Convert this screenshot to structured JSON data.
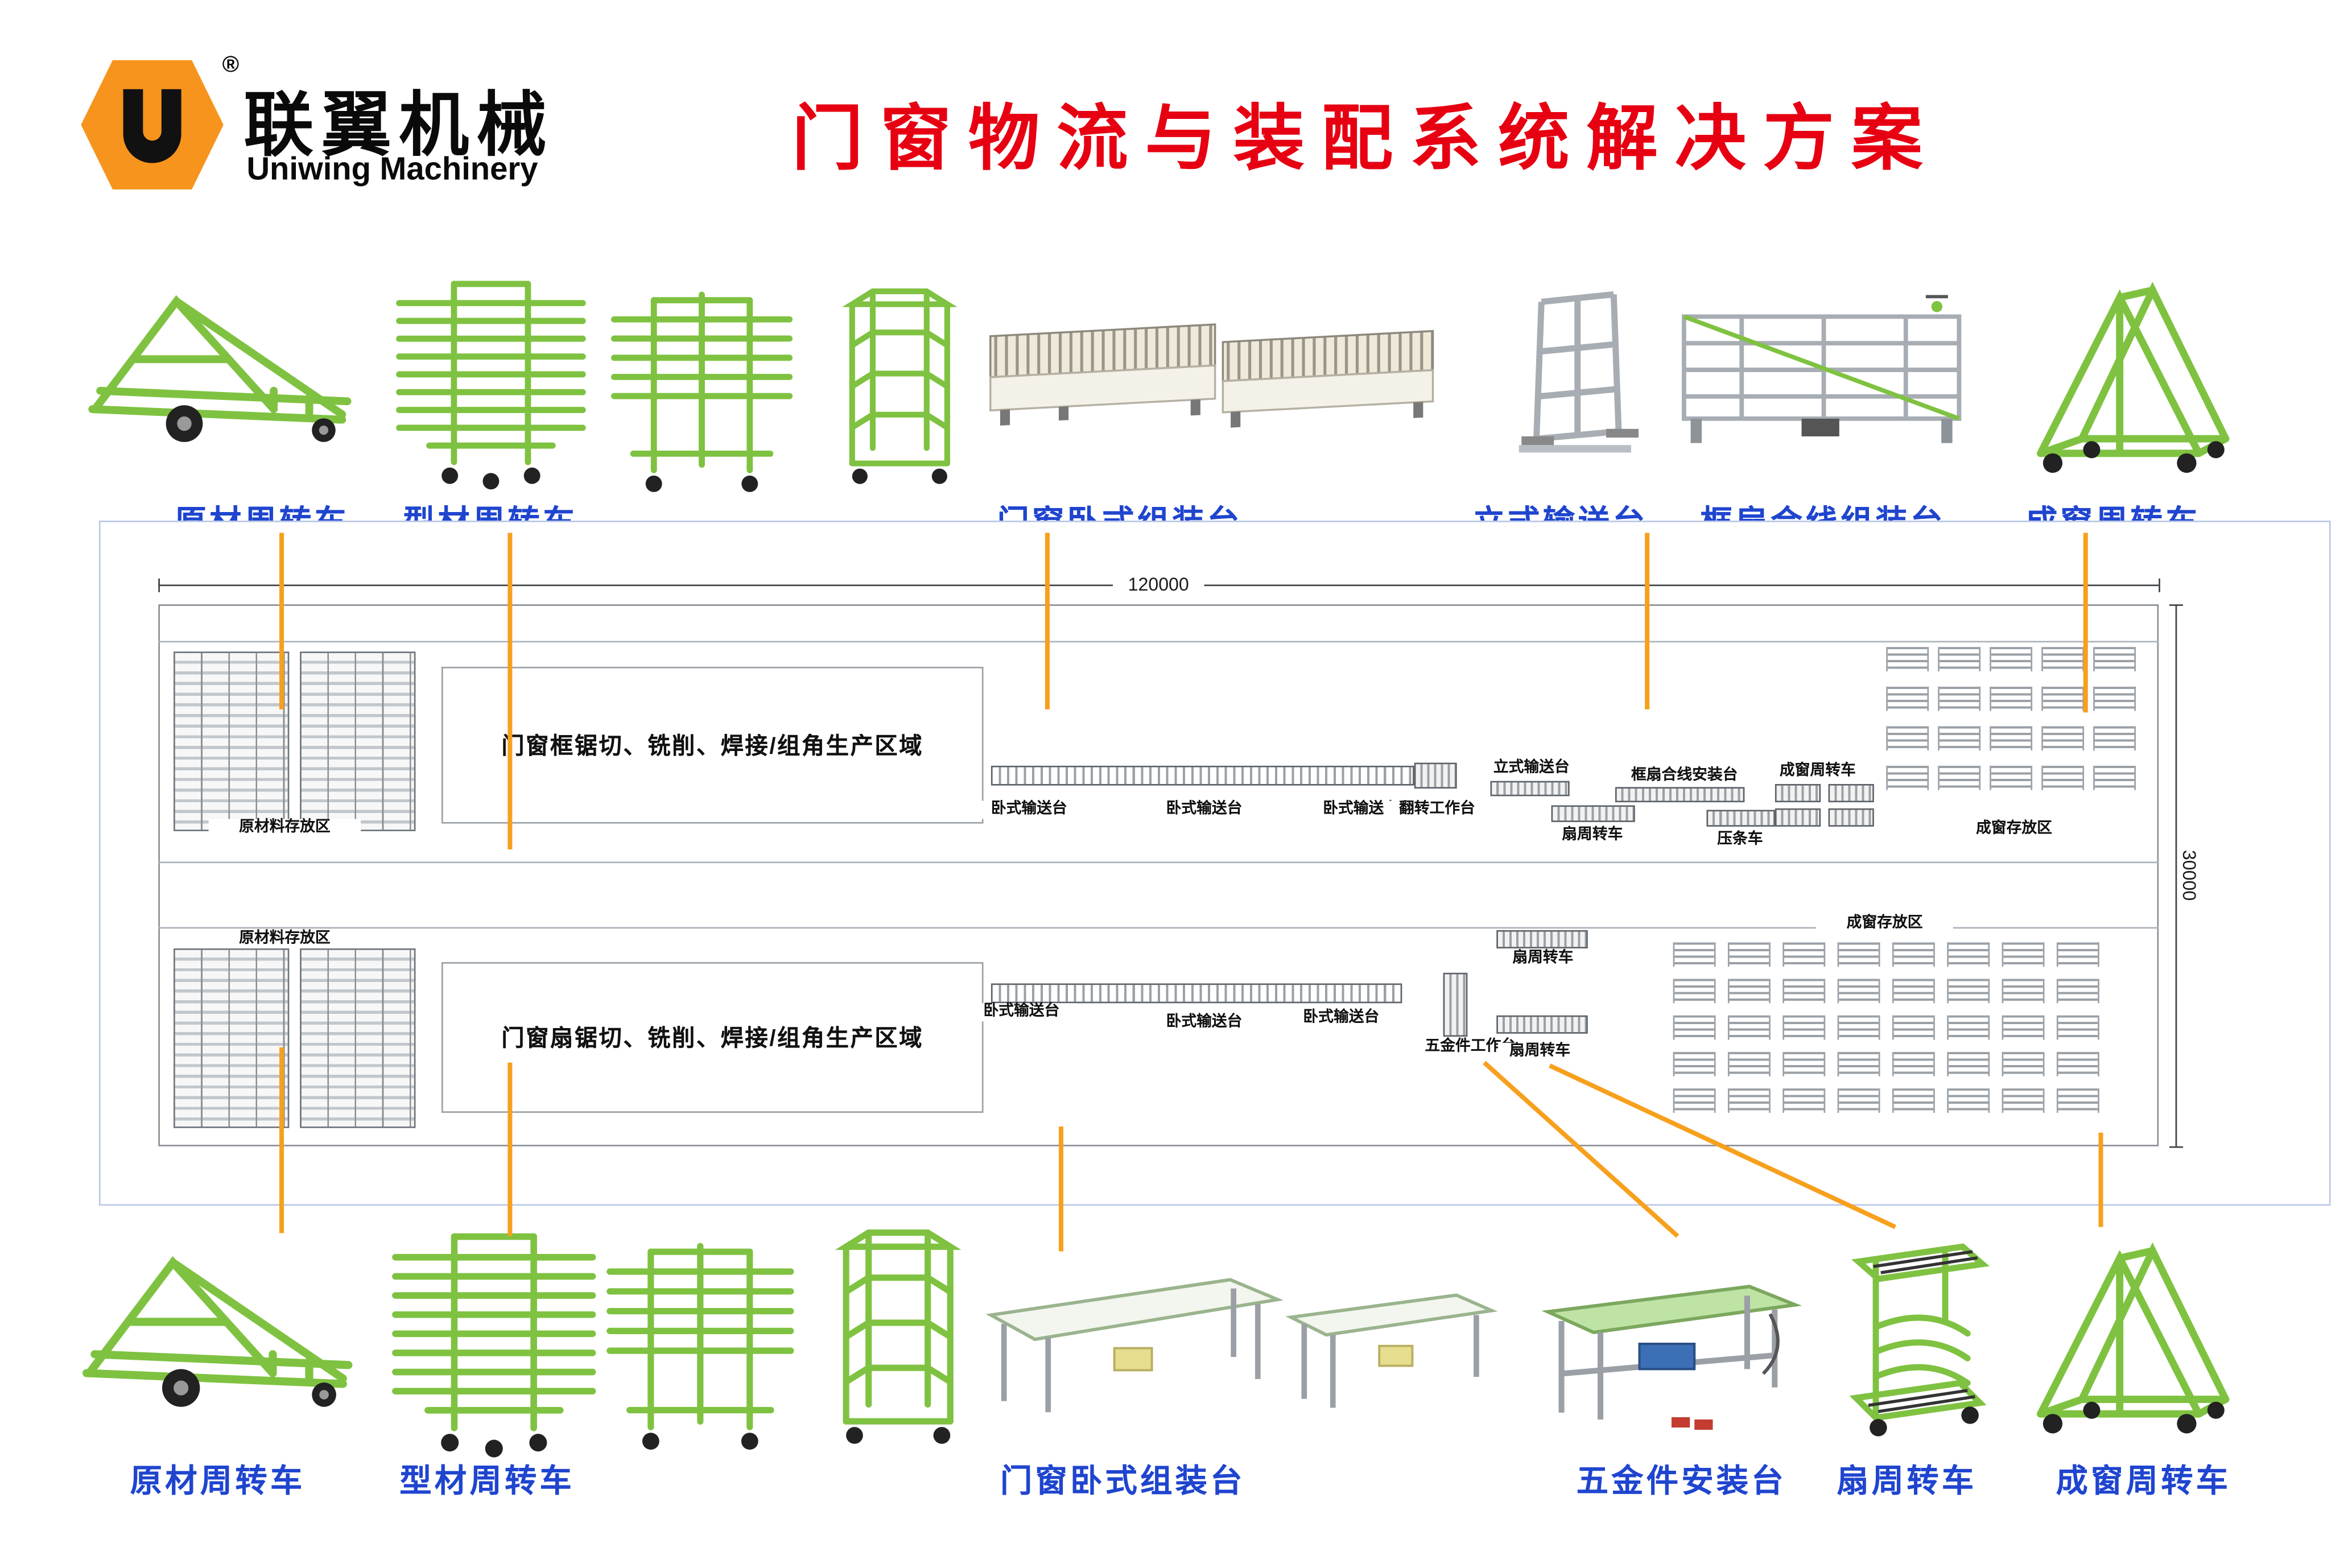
{
  "header": {
    "brand_cn": "联翼机械",
    "brand_en": "Uniwing Machinery",
    "registered": "®",
    "title": "门窗物流与装配系统解决方案"
  },
  "colors": {
    "title_red": "#e60012",
    "label_blue": "#1f45cf",
    "connector_orange": "#f7a01d",
    "equipment_green": "#7fc241",
    "logo_orange": "#f7941d"
  },
  "top_row": [
    {
      "label": "原材周转车",
      "icon": "trailer-cart-icon"
    },
    {
      "label": "型材周转车",
      "icon": "profile-rack-icon"
    },
    {
      "label": "门窗卧式组装台",
      "icon": "roller-table-icon"
    },
    {
      "label": "立式输送台",
      "icon": "vertical-conveyor-icon"
    },
    {
      "label": "框扇合线组装台",
      "icon": "assembly-machine-icon"
    },
    {
      "label": "成窗周转车",
      "icon": "a-frame-cart-icon"
    }
  ],
  "bottom_row": [
    {
      "label": "原材周转车",
      "icon": "trailer-cart-icon"
    },
    {
      "label": "型材周转车",
      "icon": "profile-rack-icon"
    },
    {
      "label": "门窗卧式组装台",
      "icon": "work-table-icon"
    },
    {
      "label": "五金件安装台",
      "icon": "hardware-table-icon"
    },
    {
      "label": "扇周转车",
      "icon": "sash-cart-icon"
    },
    {
      "label": "成窗周转车",
      "icon": "a-frame-cart-icon"
    }
  ],
  "plan": {
    "dim_width": "120000",
    "dim_height": "30000",
    "zones": {
      "raw_top": "原材料存放区",
      "raw_bottom": "原材料存放区",
      "frame_production": "门窗框锯切、铣削、焊接/组角生产区域",
      "sash_production": "门窗扇锯切、铣削、焊接/组角生产区域",
      "finished_top": "成窗存放区",
      "finished_bottom": "成窗存放区"
    },
    "frame_line": {
      "conveyors": [
        "卧式输送台",
        "卧式输送台",
        "卧式输送台"
      ],
      "flip_table": "翻转工作台",
      "vertical_conveyor": "立式输送台",
      "assembly_table": "框扇合线安装台",
      "sash_cart": "扇周转车",
      "bead_cart": "压条车",
      "finished_cart": "成窗周转车"
    },
    "sash_line": {
      "conveyors": [
        "卧式输送台",
        "卧式输送台",
        "卧式输送台"
      ],
      "hardware_table": "五金件工作台",
      "sash_cart_upper": "扇周转车",
      "sash_cart_lower": "扇周转车"
    }
  }
}
